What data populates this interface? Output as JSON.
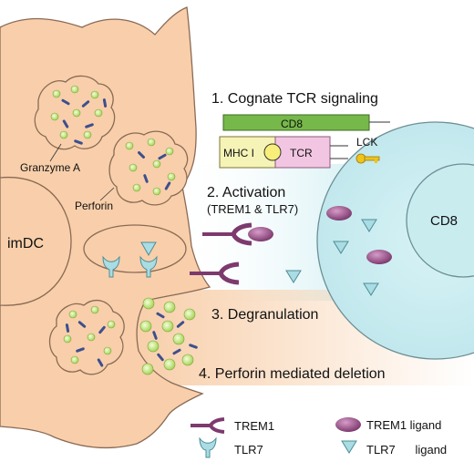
{
  "colors": {
    "dc_fill": "#f8cfaa",
    "dc_stroke": "#8a6a55",
    "tcell_fill": "#cfeef2",
    "tcell_stroke": "#6b8f95",
    "cd8_bar": "#76b84a",
    "mhc_box": "#f6f3b6",
    "tcr_box": "#f2c6e2",
    "lck": "#f0c419",
    "trem1": "#7d3a6e",
    "tlr7": "#a9dde3",
    "granule_green": "#bfe37d",
    "granule_blue": "#3d4f8e"
  },
  "labels": {
    "step1": "1. Cognate TCR signaling",
    "step2": "2. Activation",
    "step2_sub": "(TREM1 & TLR7)",
    "step3": "3. Degranulation",
    "step4": "4. Perforin mediated deletion",
    "cd8_bar": "CD8",
    "mhc": "MHC I",
    "tcr": "TCR",
    "lck": "LCK",
    "tcell": "CD8",
    "dc": "imDC",
    "granzyme": "Granzyme A",
    "perforin": "Perforin"
  },
  "legend": {
    "trem1": "TREM1",
    "tlr7": "TLR7",
    "trem1_ligand": "TREM1 ligand",
    "tlr7_ligand": "TLR7      ligand"
  }
}
